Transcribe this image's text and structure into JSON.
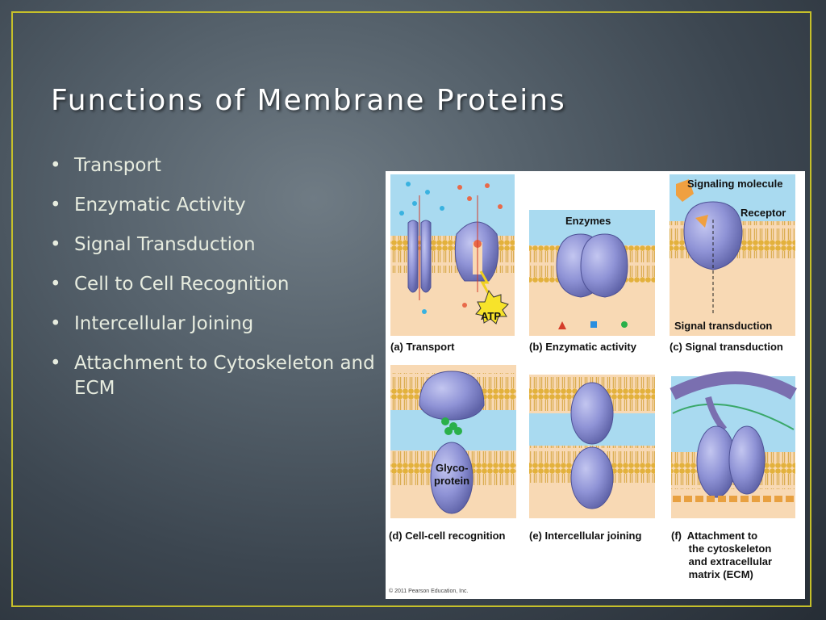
{
  "slide": {
    "title": "Functions of Membrane Proteins",
    "bullets": [
      "Transport",
      "Enzymatic Activity",
      "Signal Transduction",
      "Cell to Cell Recognition",
      "Intercellular Joining",
      "Attachment to Cytoskeleton and ECM"
    ],
    "bullet_glyph": "•"
  },
  "figure": {
    "captions": {
      "a": "(a) Transport",
      "b": "(b) Enzymatic activity",
      "c": "(c) Signal transduction",
      "d": "(d) Cell-cell recognition",
      "e": "(e) Intercellular joining",
      "f": "(f)  Attachment to\n      the cytoskeleton\n      and extracellular\n      matrix (ECM)"
    },
    "labels": {
      "atp": "ATP",
      "enzymes": "Enzymes",
      "signaling_molecule": "Signaling molecule",
      "receptor": "Receptor",
      "signal_transduction": "Signal transduction",
      "glyco_1": "Glyco-",
      "glyco_2": "protein"
    },
    "copyright": "© 2011 Pearson Education, Inc."
  },
  "colors": {
    "frame": "#c6c02a",
    "title": "#ffffff",
    "text": "#e7ecdf",
    "water": "#a9daf0",
    "cytoplasm": "#f8d9b4",
    "lipid_head": "#e3b13c",
    "protein": "#8c8fd2"
  }
}
